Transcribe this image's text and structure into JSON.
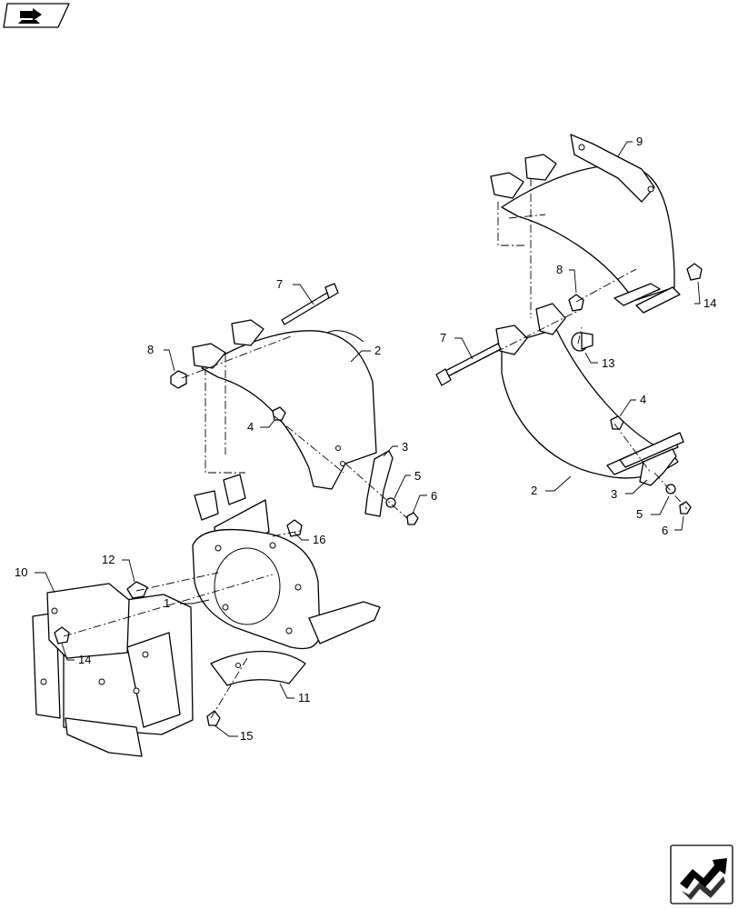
{
  "diagram": {
    "callouts": [
      "1",
      "2",
      "3",
      "4",
      "5",
      "6",
      "7",
      "8",
      "9",
      "10",
      "11",
      "12",
      "13",
      "14",
      "15",
      "16"
    ]
  },
  "icons": {
    "top_left": "book-arrow-icon",
    "bottom_right": "next-page-arrow-icon"
  }
}
